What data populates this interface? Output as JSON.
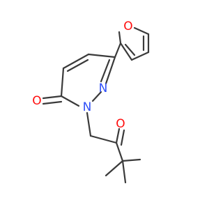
{
  "molecule": {
    "atom_colors": {
      "O": "#ff0d0d",
      "N": "#3050f8",
      "C": "#3a3a3a"
    },
    "atoms": {
      "furan_o": "O",
      "n_ring_upper": "N",
      "n_ring_lower": "N",
      "carbonyl_o_ring": "O",
      "ketone_o": "O"
    }
  }
}
